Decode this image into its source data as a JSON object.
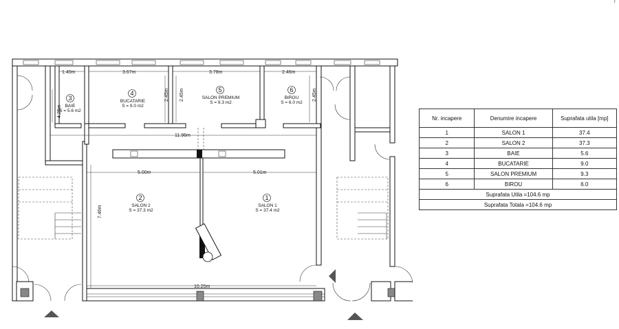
{
  "rooms": [
    {
      "num": "1",
      "name": "SALON 1",
      "area": "S = 37.4 m2"
    },
    {
      "num": "2",
      "name": "SALON 2",
      "area": "S = 37.3 m2"
    },
    {
      "num": "3",
      "name": "BAIE",
      "area": "S = 5.6 m2"
    },
    {
      "num": "4",
      "name": "BUCATARIE",
      "area": "S = 9.0 m2"
    },
    {
      "num": "5",
      "name": "SALON PREMIUM",
      "area": "S = 9.3 m2"
    },
    {
      "num": "6",
      "name": "BIROU",
      "area": "S = 6.0 m2"
    }
  ],
  "dimensions": {
    "d_140": "1.40m",
    "d_367": "3.67m",
    "d_378": "3.78m",
    "d_246": "2.46m",
    "d_245a": "2.45m",
    "d_245b": "2.45m",
    "d_245c": "2.45m",
    "d_425": "4.25m",
    "d_1196": "11.96m",
    "d_500": "5.00m",
    "d_501": "5.01m",
    "d_746": "7.46m",
    "d_1025": "10.25m"
  },
  "legend": {
    "headers": {
      "nr": "Nr. incapere",
      "name": "Denumire incapere",
      "area": "Suprafata utila [mp]"
    },
    "rows": [
      {
        "nr": "1",
        "name": "SALON 1",
        "area": "37.4"
      },
      {
        "nr": "2",
        "name": "SALON 2",
        "area": "37.3"
      },
      {
        "nr": "3",
        "name": "BAIE",
        "area": "5.6"
      },
      {
        "nr": "4",
        "name": "BUCATARIE",
        "area": "9.0"
      },
      {
        "nr": "5",
        "name": "SALON PREMIUM",
        "area": "9.3"
      },
      {
        "nr": "6",
        "name": "BIROU",
        "area": "6.0"
      }
    ],
    "total_util": "Suprafata Utila =104.6 mp",
    "total_total": "Suprafata Totala =104.6 mp"
  },
  "corner_mark": "r"
}
